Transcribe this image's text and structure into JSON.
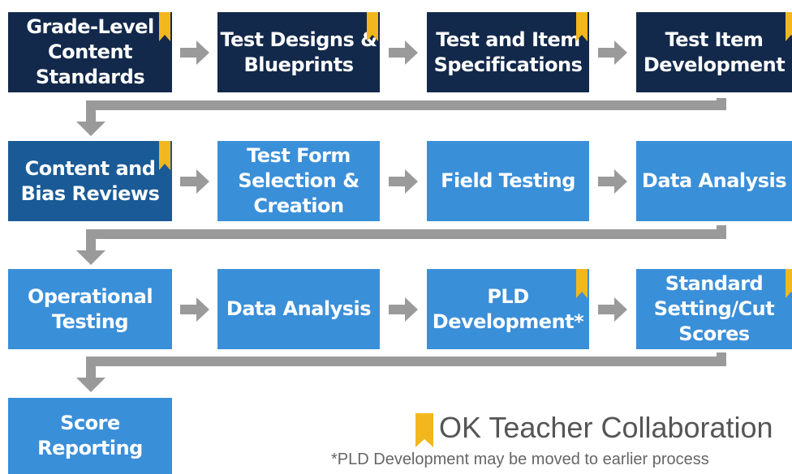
{
  "colors": {
    "dark": "#13294b",
    "medium": "#1a5a96",
    "light": "#3a8fd9",
    "connector": "#9a9a9a",
    "bookmark": "#f3b71e"
  },
  "steps": [
    {
      "label": "Grade-Level\nContent\nStandards",
      "style": "dark",
      "bookmark": true
    },
    {
      "label": "Test Designs &\nBlueprints",
      "style": "dark",
      "bookmark": true
    },
    {
      "label": "Test and Item\nSpecifications",
      "style": "dark",
      "bookmark": true
    },
    {
      "label": "Test Item\nDevelopment",
      "style": "dark",
      "bookmark": true
    },
    {
      "label": "Content and\nBias Reviews",
      "style": "medium",
      "bookmark": true
    },
    {
      "label": "Test Form\nSelection &\nCreation",
      "style": "light",
      "bookmark": false
    },
    {
      "label": "Field Testing",
      "style": "light",
      "bookmark": false
    },
    {
      "label": "Data Analysis",
      "style": "light",
      "bookmark": false
    },
    {
      "label": "Operational\nTesting",
      "style": "light",
      "bookmark": false
    },
    {
      "label": "Data Analysis",
      "style": "light",
      "bookmark": false
    },
    {
      "label": "PLD\nDevelopment*",
      "style": "light",
      "bookmark": true
    },
    {
      "label": "Standard\nSetting/Cut\nScores",
      "style": "light",
      "bookmark": true
    },
    {
      "label": "Score\nReporting",
      "style": "light",
      "bookmark": false
    }
  ],
  "legend": {
    "icon": "bookmark-icon",
    "label": "OK Teacher Collaboration"
  },
  "footnote": "*PLD Development may be moved to earlier process"
}
